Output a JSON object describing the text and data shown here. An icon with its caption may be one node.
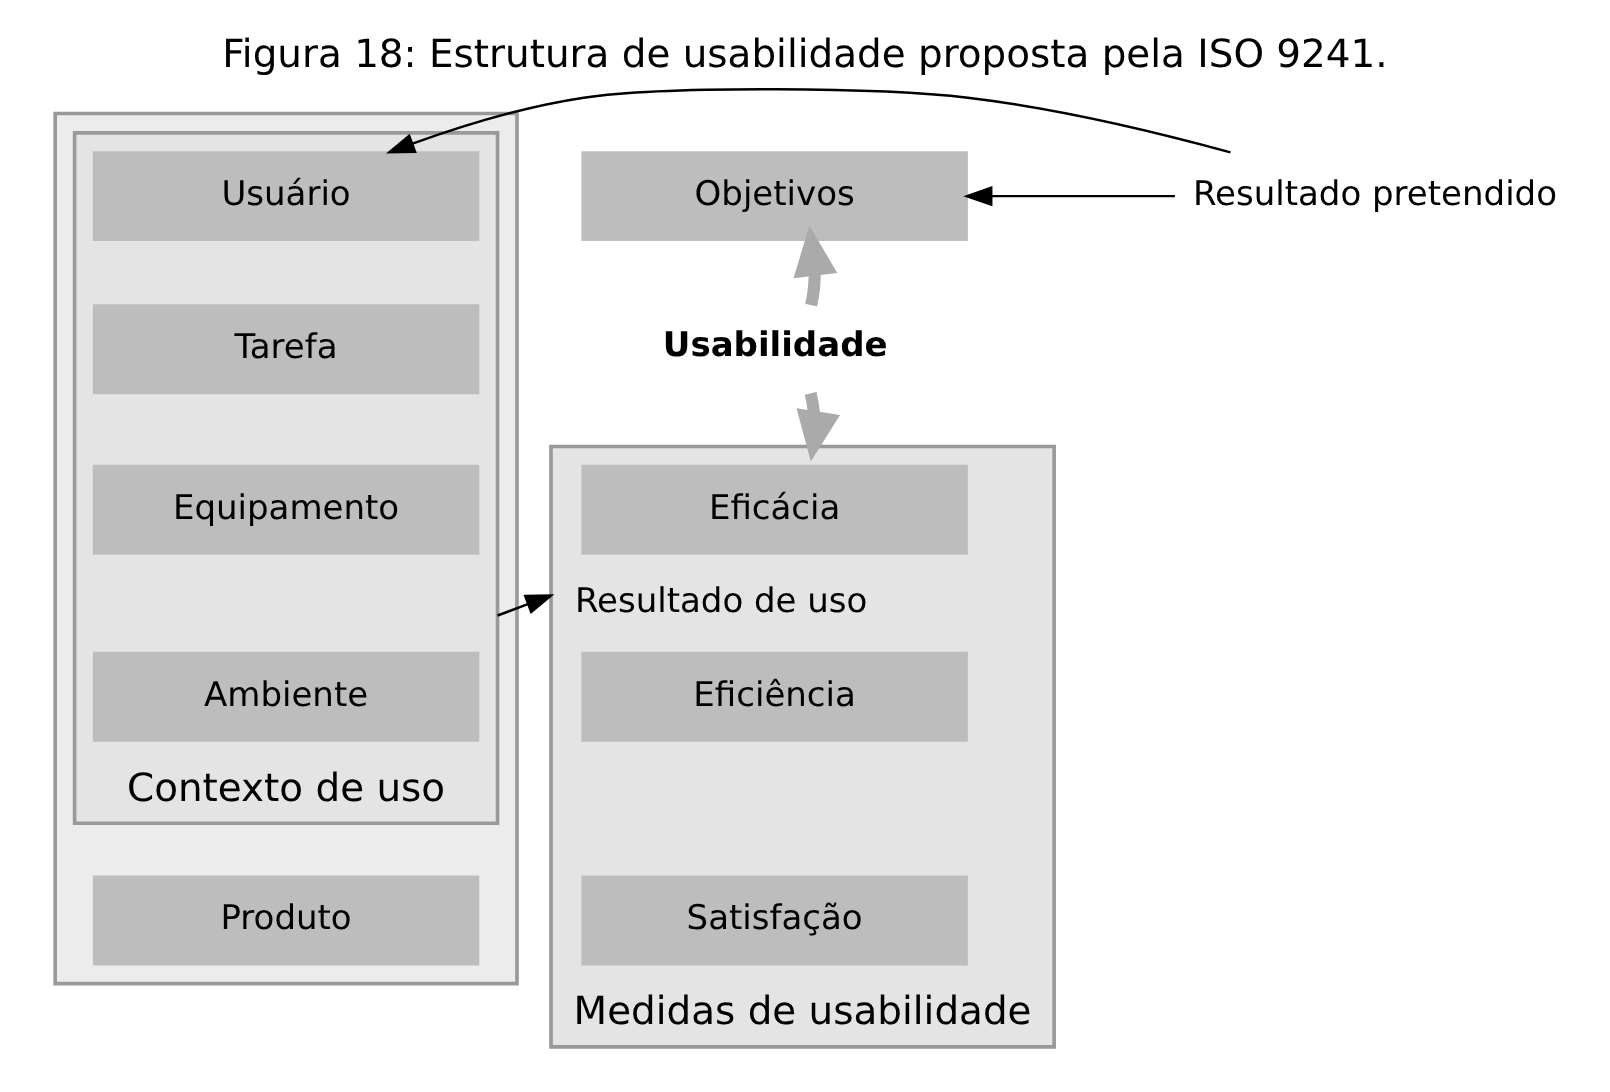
{
  "diagram": {
    "title": "Figura 18: Estrutura de usabilidade proposta pela ISO 9241.",
    "nodes": [
      {
        "text": [],
        "shape": "box"
      },
      {
        "text": [
          "Contexto de uso"
        ],
        "in": 0
      },
      {
        "text": [
          "Usuário"
        ],
        "in": 1
      },
      {
        "text": [
          "Tarefa"
        ],
        "in": 1
      },
      {
        "text": [
          "Equipamento"
        ],
        "in": 1
      },
      {
        "text": [
          "Ambiente"
        ],
        "in": 1
      },
      {
        "text": [
          "Produto"
        ],
        "in": 0
      },
      {
        "text": [
          "Resultado pretendido"
        ]
      },
      {
        "text": [
          "Objetivos"
        ]
      },
      {
        "text": [
          "Usabilidade"
        ]
      },
      {
        "text": [
          "Medidas de usabilidade"
        ]
      },
      {
        "text": [
          "Eficácia"
        ],
        "in": 10
      },
      {
        "text": [
          "Eficiência"
        ],
        "in": 10
      },
      {
        "text": [
          "Satisfação"
        ],
        "in": 10
      }
    ],
    "edges": [
      {
        "from": 7,
        "to": 2,
        "arrow": "to"
      },
      {
        "from": 7,
        "to": 8,
        "arrow": "to"
      },
      {
        "from": 9,
        "to": 8,
        "arrow": "to",
        "style": "thick",
        "color": "#aaaaaa"
      },
      {
        "from": 9,
        "to": 10,
        "arrow": "to",
        "style": "thick",
        "color": "#aaaaaa"
      },
      {
        "from": 1,
        "to": 10,
        "label": "Resultado de uso",
        "arrow": "to"
      }
    ]
  }
}
